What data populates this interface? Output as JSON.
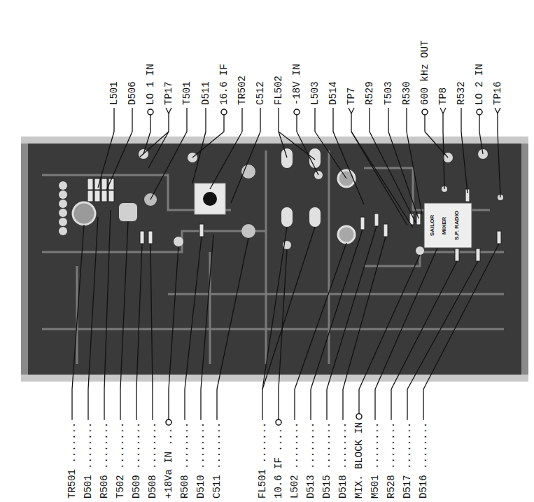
{
  "diagram": {
    "labels": [
      "L501",
      "D506",
      "LO 1 IN",
      "TP17",
      "T501",
      "D511",
      "16.6 IF",
      "TR502",
      "C512",
      "FL502",
      "-18V IN",
      "L503",
      "D514",
      "TP7",
      "R529",
      "T503",
      "R530",
      "600 kHz OUT",
      "TP8",
      "R532",
      "LO 2 IN",
      "TP16",
      "TR501 .......",
      "D501 ........",
      "R506 ........",
      "T502 ........",
      "D509 ........",
      "D508 ........",
      "+18Va IN ...",
      "R508 ........",
      "D510 ........",
      "C511 ........",
      "FL501 .......",
      "10.6 IF ....",
      "L502 ........",
      "D513 ........",
      "D515 ........",
      "D518 ........",
      "MIX. BLOCK IN",
      "M501 ........",
      "R528 ........",
      "D517 ........",
      "D516 ........",
      "SAILOR",
      "MIXER",
      "S.P. RADIO"
    ]
  }
}
